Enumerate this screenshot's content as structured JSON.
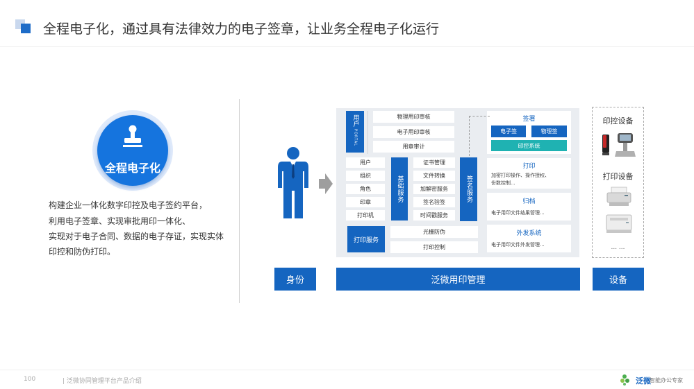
{
  "header": {
    "title": "全程电子化，通过具有法律效力的电子签章，让业务全程电子化运行"
  },
  "left": {
    "circle_title": "全程电子化",
    "lines": [
      "构建企业一体化数字印控及电子签约平台，",
      "利用电子签章、实现审批用印一体化、",
      "实现对于电子合同、数据的电子存证，实现实体",
      "印控和防伪打印。"
    ]
  },
  "diagram": {
    "user_portal": "用户",
    "user_portal_sub": "PORTAL",
    "review_items": [
      "物理用印审核",
      "电子用印审核",
      "用章审计"
    ],
    "org_items": [
      "用户",
      "组织",
      "角色",
      "印章",
      "打印机"
    ],
    "basic_services": "基础服务",
    "basic_items": [
      "证书管理",
      "文件转换",
      "加解密服务",
      "签名验签",
      "时间戳服务"
    ],
    "sign_services": "签名服务",
    "print_service": "打印服务",
    "print_items": [
      "光栅防伪",
      "打印控制"
    ],
    "sign_card": {
      "title": "签署",
      "electronic": "电子签",
      "physical": "物理签",
      "system": "印控系统"
    },
    "print_card": {
      "title": "打印",
      "desc1": "加密打印操作、操作授权、",
      "desc2": "份数控制..."
    },
    "archive_card": {
      "title": "归档",
      "desc": "电子用印文件结果管理..."
    },
    "external_card": {
      "title": "外发系统",
      "desc": "电子用印文件外发管理..."
    }
  },
  "devices": {
    "seal_device": "印控设备",
    "print_device": "打印设备",
    "more": "... ..."
  },
  "bars": {
    "identity": "身份",
    "management": "泛微用印管理",
    "device": "设备"
  },
  "footer": {
    "page_number": "100",
    "text": "| 泛微协同管理平台产品介绍",
    "brand": "泛微",
    "slogan": "智能办公专家"
  },
  "colors": {
    "primary": "#1565c0",
    "accent": "#1fb2b2",
    "panel": "#eaedf1"
  }
}
